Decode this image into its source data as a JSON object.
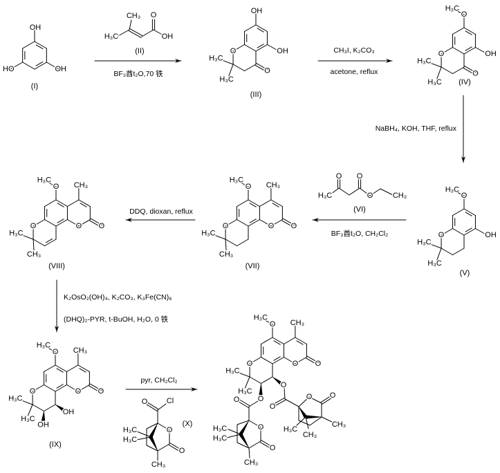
{
  "title": "Synthesis scheme of khellactone-type coumarin camphanoyl ester",
  "compounds": {
    "I": {
      "id": "(I)",
      "labels": [
        "OH",
        "HO",
        "OH"
      ]
    },
    "II": {
      "id": "(II)",
      "labels": [
        "CH₃",
        "H₃C",
        "O",
        "OH"
      ]
    },
    "III": {
      "id": "(III)",
      "labels": [
        "OH",
        "OH",
        "O",
        "H₃C",
        "H₃C",
        "O"
      ]
    },
    "IV": {
      "id": "(IV)",
      "labels": [
        "H₃C",
        "O",
        "OH",
        "O",
        "H₃C",
        "H₃C",
        "O"
      ]
    },
    "V": {
      "id": "(V)",
      "labels": [
        "H₃C",
        "O",
        "OH",
        "O",
        "H₃C",
        "H₃C"
      ]
    },
    "VI": {
      "id": "(VI)",
      "labels": [
        "H₃C",
        "O",
        "O",
        "O",
        "CH₃"
      ]
    },
    "VII": {
      "id": "(VII)",
      "labels": [
        "H₃C",
        "O",
        "CH₃",
        "O",
        "O",
        "O",
        "H₃C",
        "CH₃"
      ]
    },
    "VIII": {
      "id": "(VIII)",
      "labels": [
        "H₃C",
        "O",
        "CH₃",
        "O",
        "O",
        "O",
        "H₃C",
        "CH₃"
      ]
    },
    "IX": {
      "id": "(IX)",
      "labels": [
        "H₃C",
        "O",
        "CH₃",
        "O",
        "O",
        "O",
        "H₃C",
        "H₃C",
        "OH",
        "OH"
      ]
    },
    "X": {
      "id": "(X)",
      "labels": [
        "O",
        "Cl",
        "O",
        "O",
        "H₃C",
        "H₃C",
        "CH₃"
      ]
    },
    "product": {
      "labels": [
        "H₃C",
        "O",
        "CH₃",
        "O",
        "O",
        "O",
        "H₃C",
        "H₃C",
        "O",
        "O",
        "O",
        "O",
        "H₃C",
        "H₃C",
        "CH₃",
        "O",
        "O",
        "O",
        "O",
        "H₃C",
        "CH₃",
        "CH₃"
      ]
    }
  },
  "steps": {
    "step1": {
      "below": "BF₃酋t₂O,70 铁"
    },
    "step2": {
      "above": "CH₃I, K₂CO₃",
      "below": "acetone, reflux"
    },
    "step3": {
      "side": "NaBH₄, KOH, THF, reflux"
    },
    "step4": {
      "below": "BF₃酋t₂O, CH₂Cl₂"
    },
    "step5": {
      "above": "DDQ, dioxan, reflux"
    },
    "step6": {
      "line1": "K₂OsO₂(OH)₄, K₂CO₃, K₃Fe(CN)₆",
      "line2": "(DHQ)₂-PYR, t-BuOH, H₂O, 0 铁"
    },
    "step7": {
      "above": "pyr, CH₂Cl₂"
    }
  }
}
